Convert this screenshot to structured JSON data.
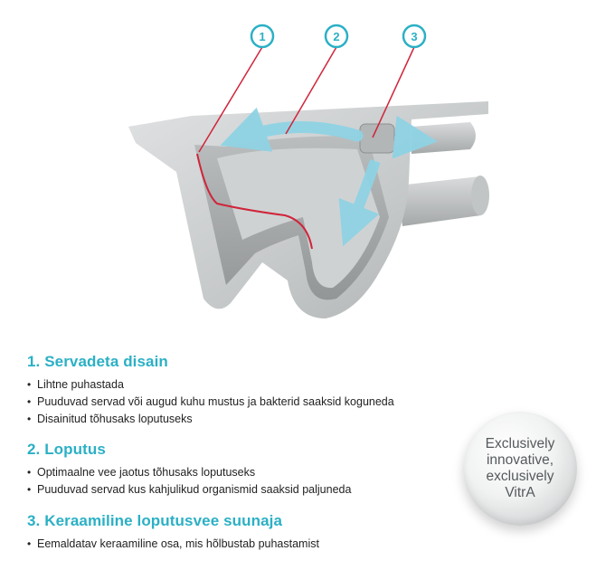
{
  "callouts": [
    "1",
    "2",
    "3"
  ],
  "sections": [
    {
      "heading": "1. Servadeta disain",
      "bullets": [
        "Lihtne puhastada",
        "Puuduvad servad või augud kuhu mustus ja bakterid saaksid koguneda",
        "Disainitud tõhusaks loputuseks"
      ]
    },
    {
      "heading": "2.  Loputus",
      "bullets": [
        "Optimaalne vee jaotus tõhusaks loputuseks",
        "Puuduvad servad kus kahjulikud organismid saaksid paljuneda"
      ]
    },
    {
      "heading": "3.  Keraamiline loputusvee suunaja",
      "bullets": [
        "Eemaldatav keraamiline osa, mis hõlbustab puhastamist"
      ]
    }
  ],
  "badge": {
    "line1": "Exclusively",
    "line2": "innovative,",
    "line3": "exclusively",
    "line4": "VitrA"
  },
  "colors": {
    "accent": "#2bb0c5",
    "flush_line": "#d0243a",
    "water_arrow": "#8fd3e4",
    "ceramic": "#c9cccd"
  }
}
